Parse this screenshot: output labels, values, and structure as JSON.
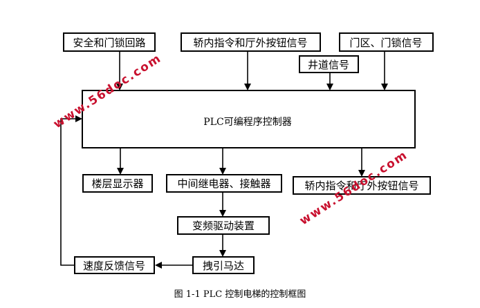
{
  "diagram": {
    "inputs": {
      "safety": "安全和门锁回路",
      "car_hall_buttons": "轿内指令和厅外按钮信号",
      "door_zone": "门区、门锁信号",
      "shaft": "井道信号"
    },
    "controller": "PLC可编程序控制器",
    "outputs": {
      "floor_display": "楼层显示器",
      "relay_contactor": "中间继电器、接触器",
      "car_hall_buttons_out": "轿内指令和厅外按钮信号"
    },
    "chain": {
      "vfd": "变频驱动装置",
      "traction_motor": "拽引马达",
      "speed_feedback": "速度反馈信号"
    },
    "caption": "图 1-1 PLC 控制电梯的控制框图"
  },
  "watermark": {
    "text": "www.56doc.com",
    "color": "#c8102e"
  }
}
